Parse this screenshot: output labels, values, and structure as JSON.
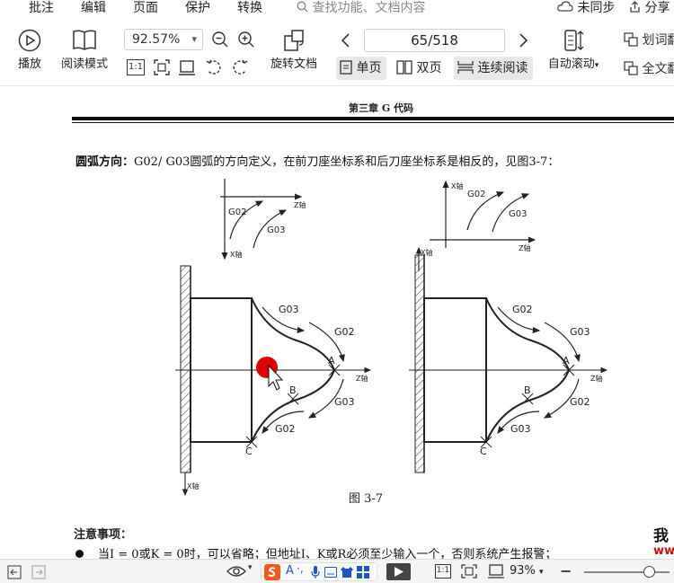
{
  "menu": {
    "items": [
      "批注",
      "编辑",
      "页面",
      "保护",
      "转换"
    ],
    "search_placeholder": "查找功能、文档内容",
    "sync_label": "未同步",
    "share_label": "分享"
  },
  "toolbar": {
    "play_label": "播放",
    "read_mode_label": "阅读模式",
    "zoom_value": "92.57%",
    "actual_size_label": "1:1",
    "rotate_label": "旋转文档",
    "page_value": "65/518",
    "single_page_label": "单页",
    "double_page_label": "双页",
    "continuous_label": "连续阅读",
    "auto_scroll_label": "自动滚动",
    "word_select_label": "划词翻",
    "fulltext_label": "全文翻"
  },
  "document": {
    "chapter_header": "第三章  G 代码",
    "para_bold": "圆弧方向：",
    "para_text": "G02/ G03圆弧的方向定义，在前刀座坐标系和后刀座坐标系是相反的，见图3-7：",
    "figure_caption": "图 3-7",
    "notes_title": "注意事项：",
    "bullet_text": "当I = 0或K = 0时，可以省略；但地址I、K或R必须至少输入一个，否则系统产生报警；",
    "side_text_big": "我",
    "side_text_red": "ww"
  },
  "figure": {
    "x_axis_label": "X轴",
    "z_axis_label": "Z轴",
    "g02": "G02",
    "g03": "G03",
    "point_a": "A",
    "point_b": "B",
    "point_c": "C"
  },
  "status": {
    "zoom_pct": "93%",
    "actual_size": "1:1",
    "zoom_level": 0.76
  },
  "colors": {
    "cursor_dot": "#e00000",
    "accent": "#222222"
  }
}
